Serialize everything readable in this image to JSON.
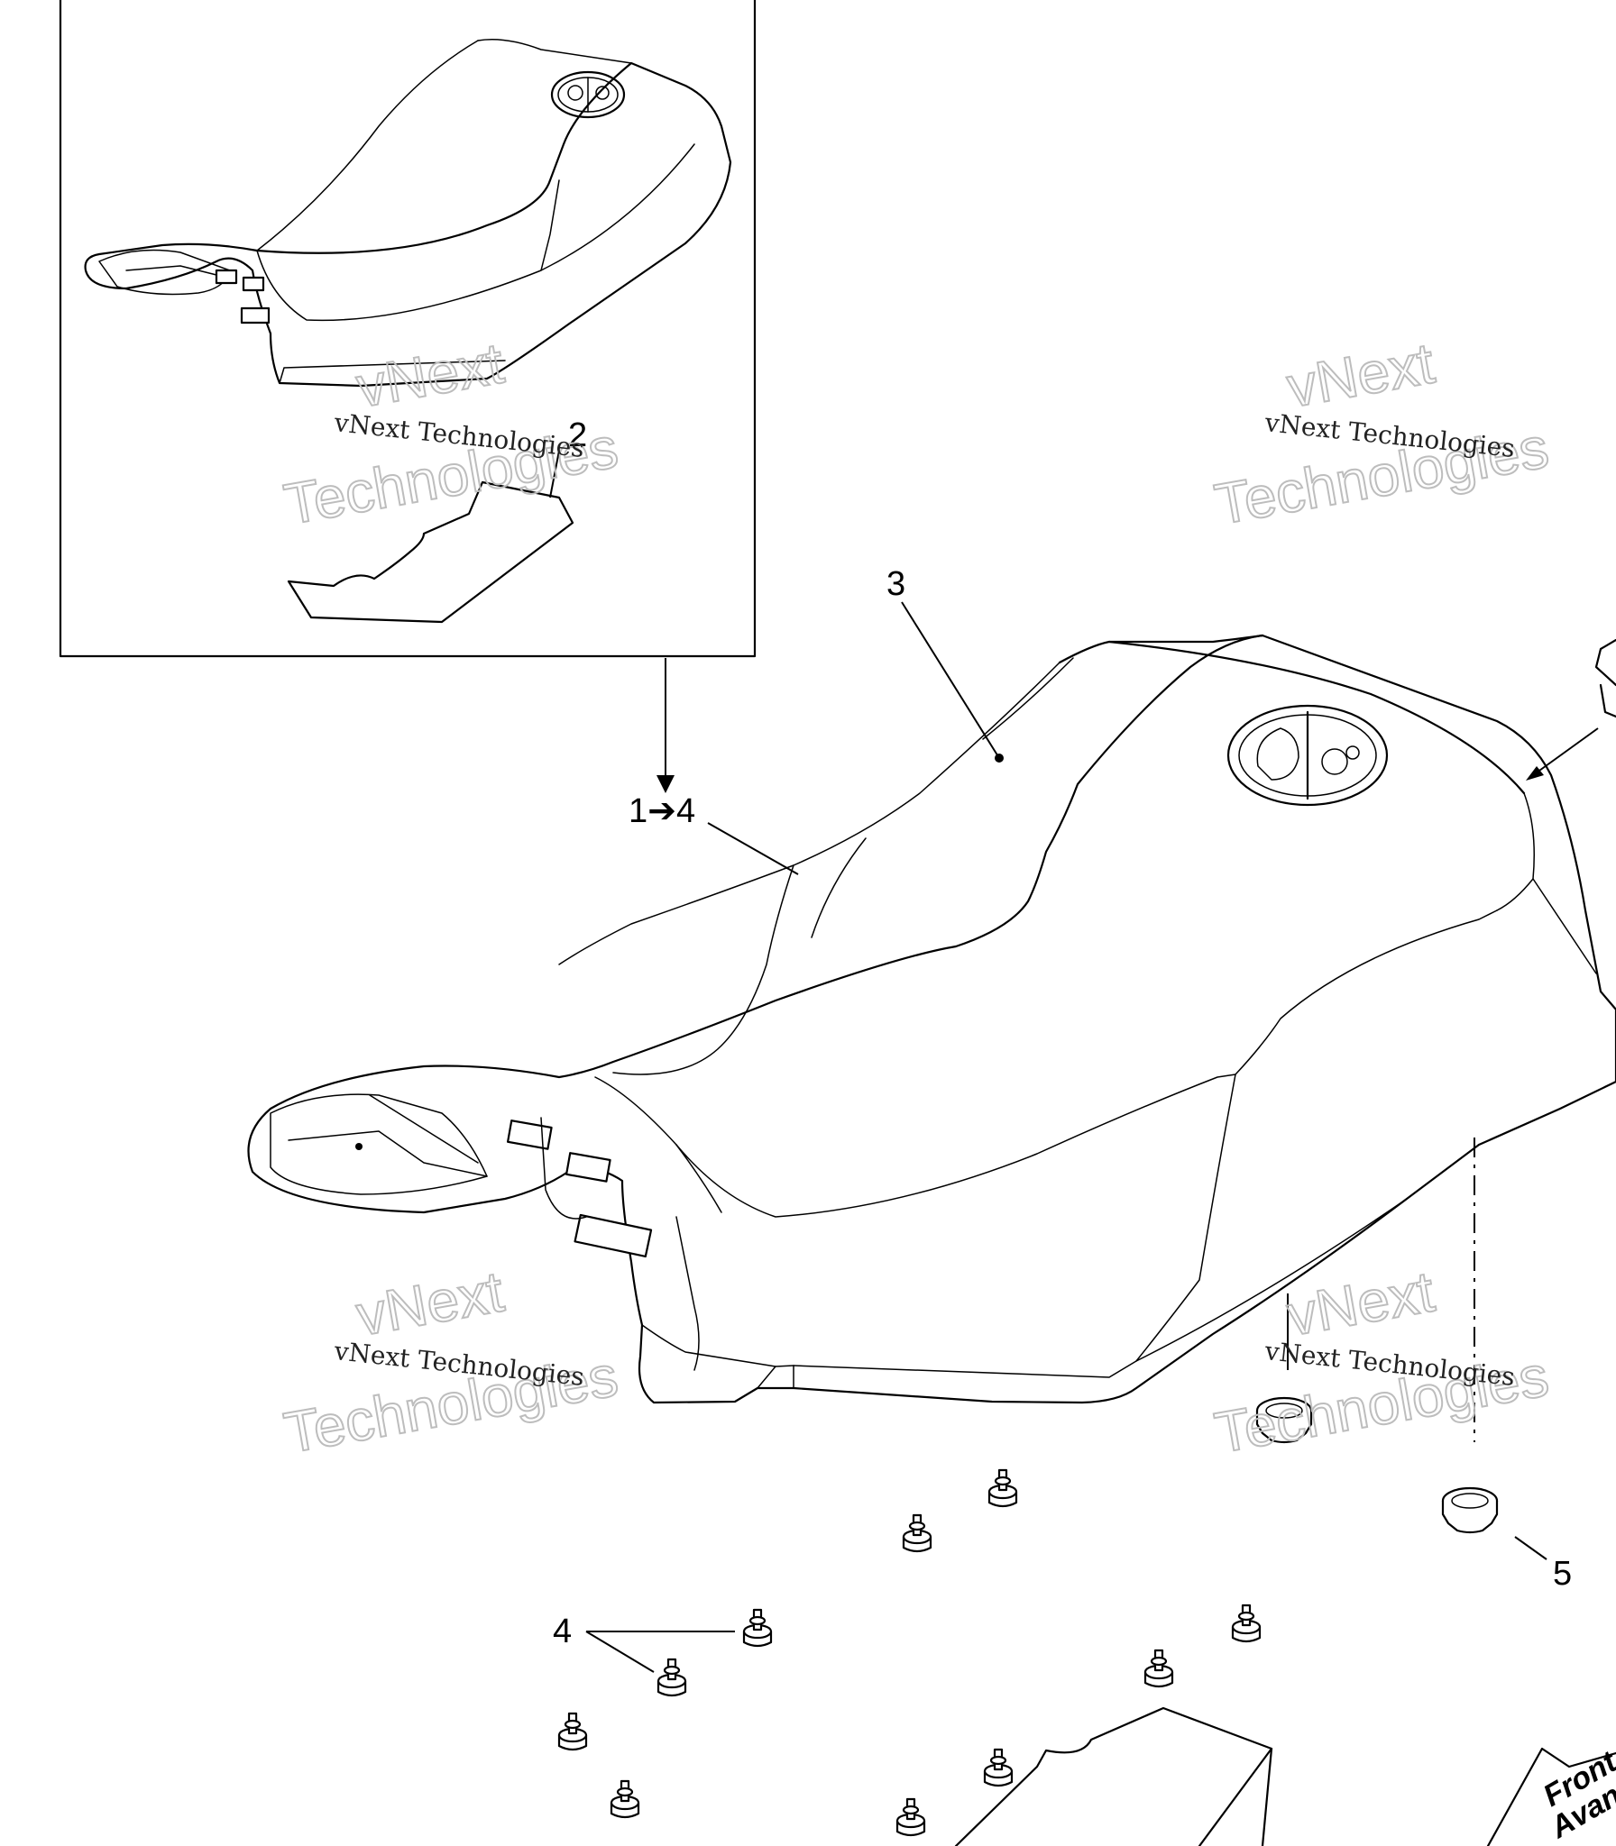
{
  "callouts": {
    "part_2": "2",
    "part_3": "3",
    "assembly": "1➔4",
    "part_4": "4",
    "part_5": "5"
  },
  "watermark": {
    "line1": "vNext",
    "line2": "Technologies",
    "caption": "vNext Technologies"
  },
  "front_marker": {
    "line1": "Front",
    "line2": "Avant"
  }
}
